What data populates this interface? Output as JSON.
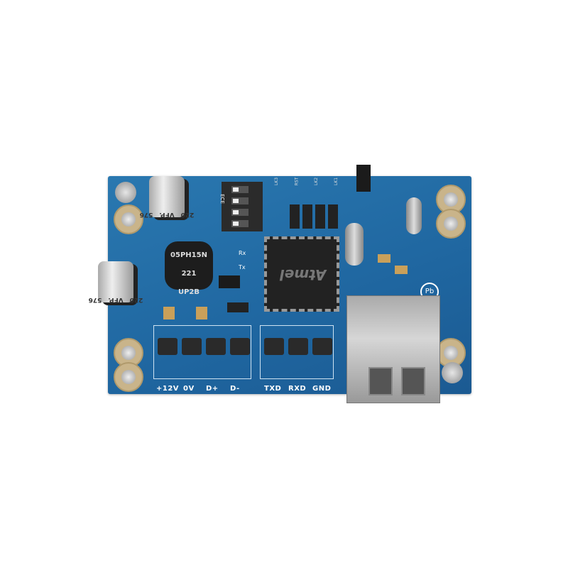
{
  "board": {
    "capacitor_marking": [
      "220",
      "VFP.",
      "576"
    ],
    "inductor_marking": [
      "UP2B",
      "221",
      "05PH15N"
    ],
    "mcu_marking": "Atmel",
    "dip_switch_label": "ECE",
    "header_labels": [
      "LK3",
      "RST",
      "LK2",
      "LK1"
    ],
    "led_labels": [
      "Rx",
      "Tx"
    ],
    "terminal_power": [
      "+12V",
      "0V",
      "D+",
      "D-"
    ],
    "terminal_serial": [
      "TXD",
      "RXD",
      "GND"
    ],
    "pb_free_mark": "Pb"
  }
}
